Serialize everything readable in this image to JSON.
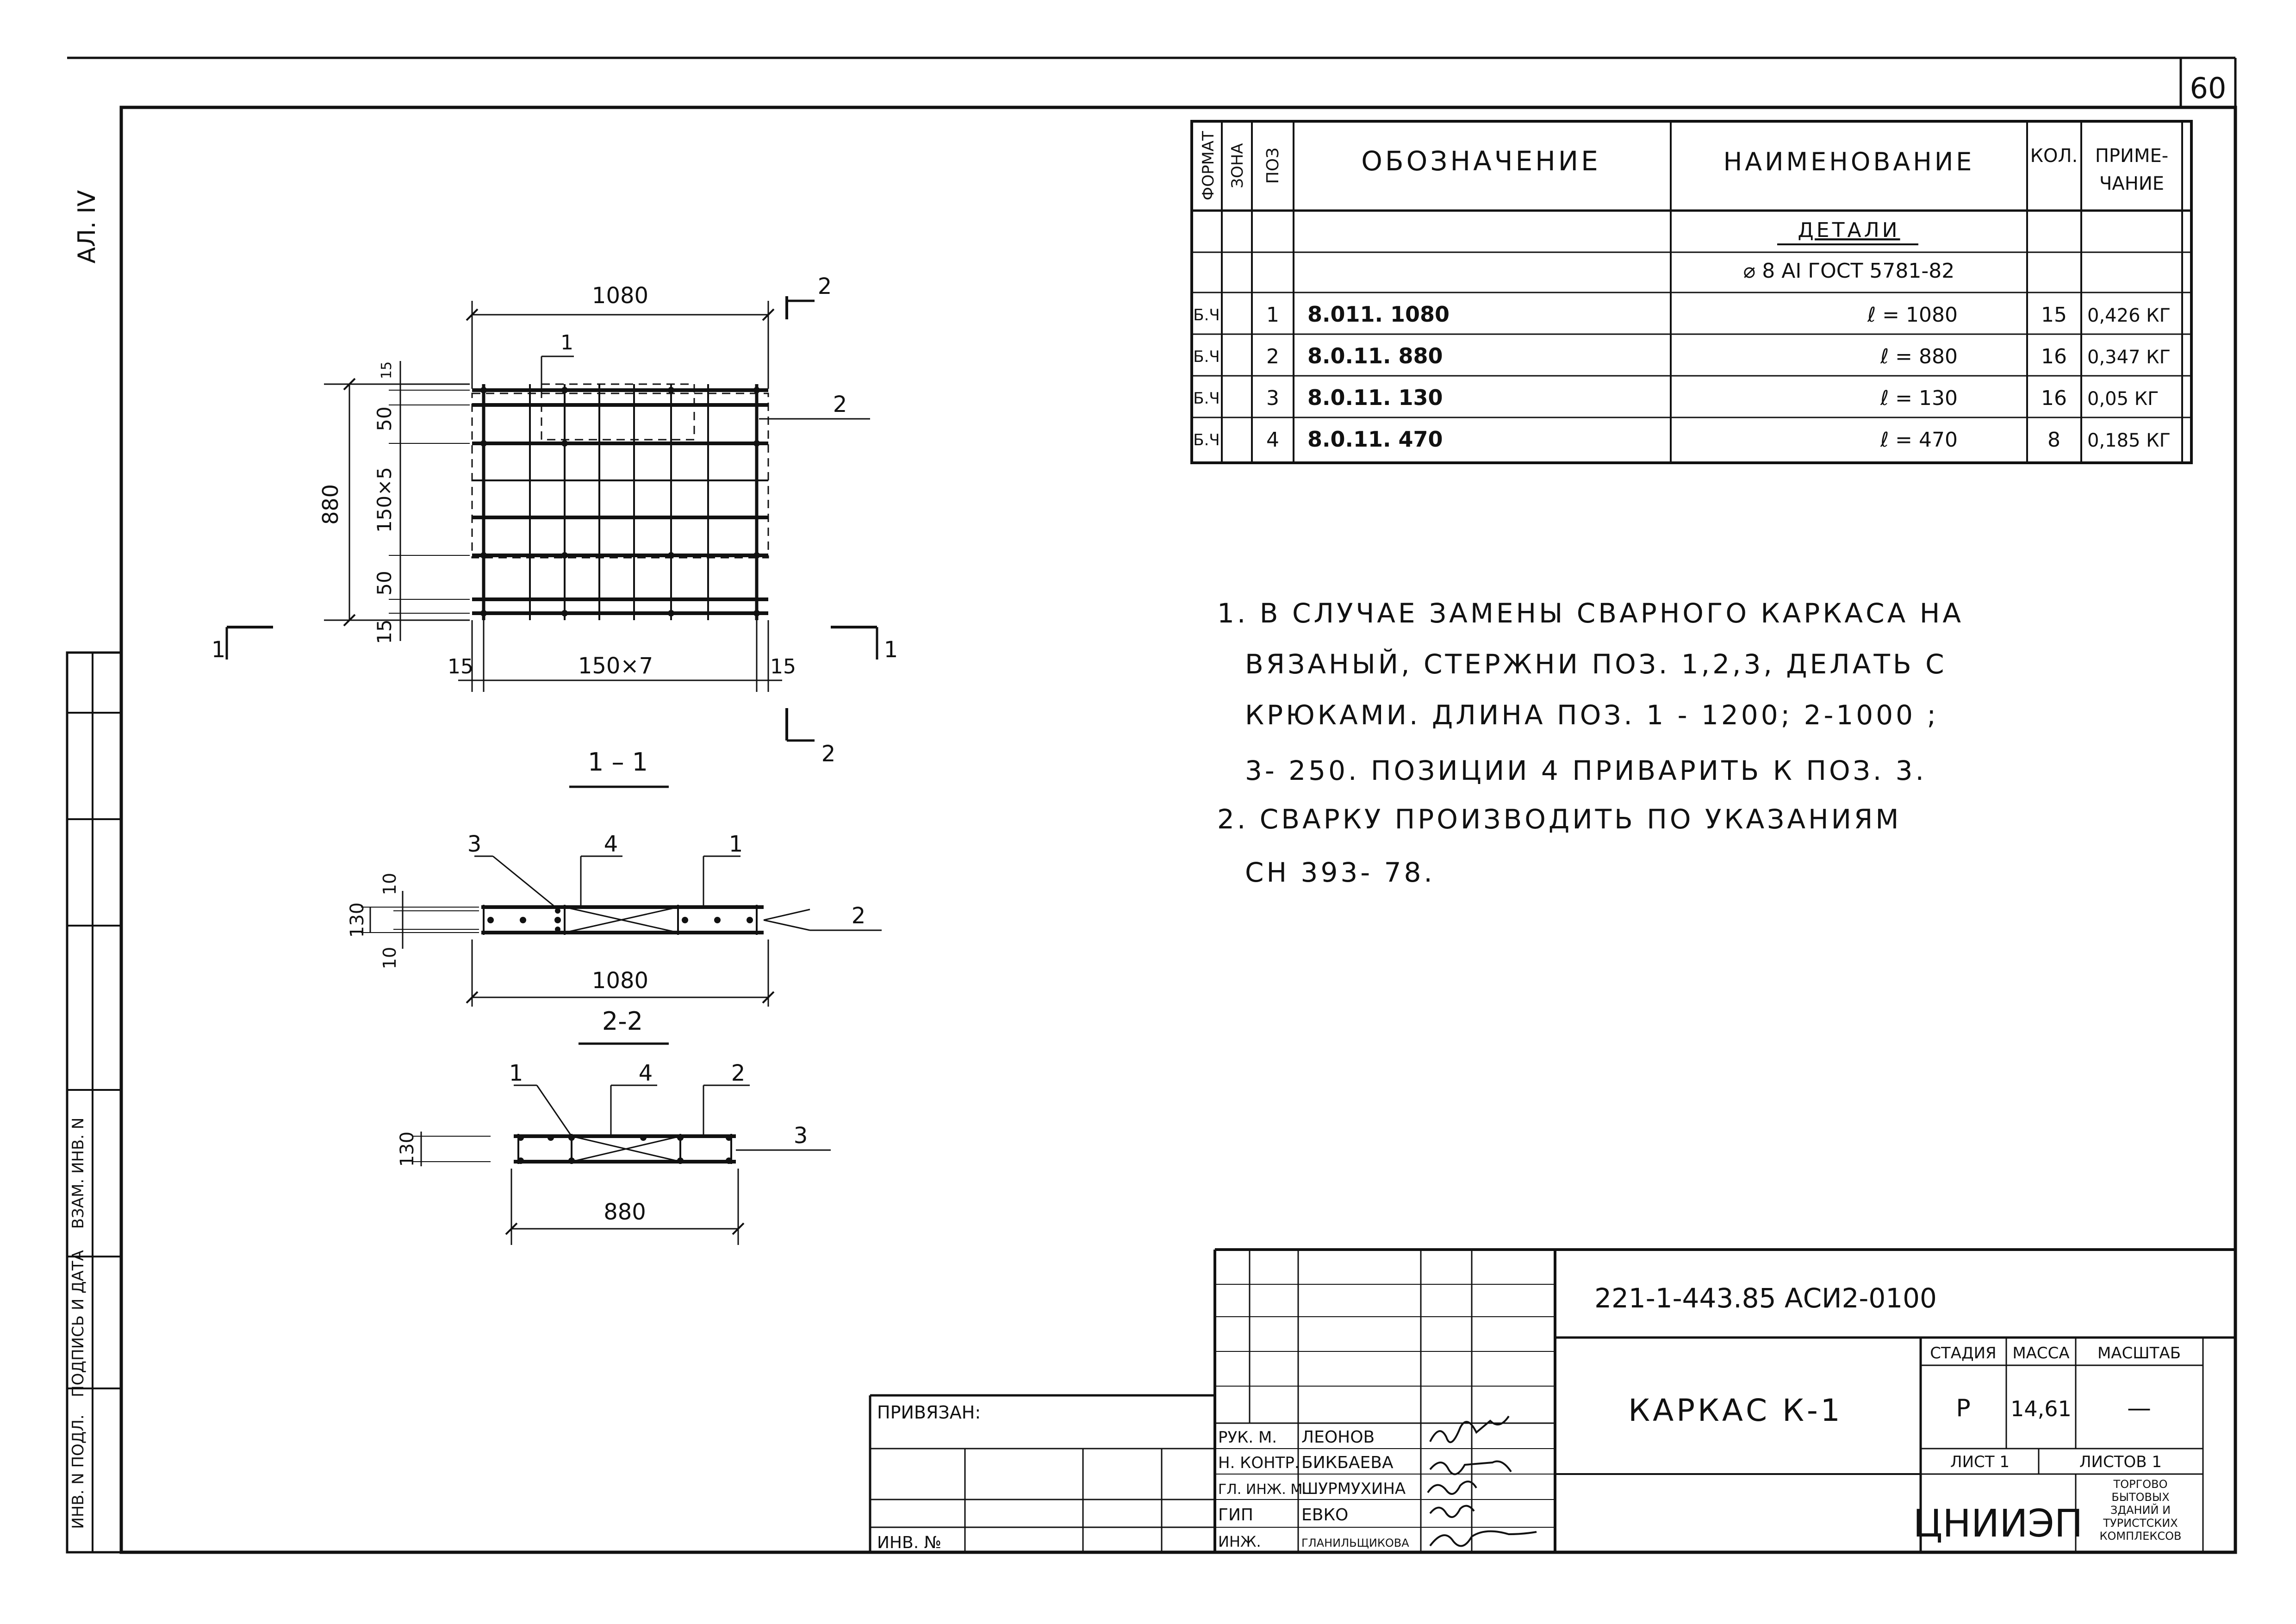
{
  "sheet": {
    "number": "60",
    "margin_label": "АЛ. IV"
  },
  "left_stamp": {
    "cells": [
      "ИНВ. N ПОДЛ.",
      "ПОДПИСЬ И ДАТА",
      "ВЗАМ. ИНВ. N"
    ]
  },
  "spec_table": {
    "headers": {
      "format": "ФОРМАТ",
      "zone": "ЗОНА",
      "pos": "ПОЗ",
      "designation": "ОБОЗНАЧЕНИЕ",
      "name": "НАИМЕНОВАНИЕ",
      "qty": "КОЛ.",
      "note_line1": "ПРИМЕ-",
      "note_line2": "ЧАНИЕ"
    },
    "section_title": "ДЕТАЛИ",
    "material": "⌀ 8 AI ГОСТ 5781-82",
    "rows": [
      {
        "format": "Б.Ч",
        "pos": "1",
        "designation": "8.011. 1080",
        "name": "ℓ = 1080",
        "qty": "15",
        "note": "0,426 КГ"
      },
      {
        "format": "Б.Ч",
        "pos": "2",
        "designation": "8.0.11. 880",
        "name": "ℓ = 880",
        "qty": "16",
        "note": "0,347 КГ"
      },
      {
        "format": "Б.Ч",
        "pos": "3",
        "designation": "8.0.11. 130",
        "name": "ℓ = 130",
        "qty": "16",
        "note": "0,05 КГ"
      },
      {
        "format": "Б.Ч",
        "pos": "4",
        "designation": "8.0.11. 470",
        "name": "ℓ = 470",
        "qty": "8",
        "note": "0,185 КГ"
      }
    ]
  },
  "notes": {
    "line1": "1. В СЛУЧАЕ ЗАМЕНЫ СВАРНОГО КАРКАСА НА",
    "line2": "ВЯЗАНЫЙ, СТЕРЖНИ ПОЗ. 1,2,3, ДЕЛАТЬ С",
    "line3": "КРЮКАМИ. ДЛИНА ПОЗ. 1 - 1200; 2-1000 ;",
    "line4": "3- 250. ПОЗИЦИИ 4 ПРИВАРИТЬ К ПОЗ. 3.",
    "line5": "2. СВАРКУ ПРОИЗВОДИТЬ ПО УКАЗАНИЯМ",
    "line6": "СН 393- 78."
  },
  "plan_view": {
    "dim_width": "1080",
    "dim_height": "880",
    "dim_top_step": "15",
    "dim_top": "50",
    "dim_mid": "150×5",
    "dim_bottom": "50",
    "dim_bottom_step": "15",
    "dim_left_end": "15",
    "dim_spacing": "150×7",
    "dim_right_end": "15",
    "leader_1": "1",
    "leader_2": "2",
    "cut_1_left": "1",
    "cut_1_right": "1",
    "cut_2_top": "2",
    "cut_2_bottom": "2"
  },
  "section_1": {
    "title": "1 – 1",
    "leader_3": "3",
    "leader_4": "4",
    "leader_1": "1",
    "leader_2": "2",
    "dim_height": "130",
    "dim_top": "10",
    "dim_bottom": "10",
    "dim_length": "1080"
  },
  "section_2": {
    "title": "2-2",
    "leader_1": "1",
    "leader_4": "4",
    "leader_2": "2",
    "leader_3": "3",
    "dim_height": "130",
    "dim_length": "880"
  },
  "title_block": {
    "doc_code": "221-1-443.85  АСИ2-0100",
    "tied_label": "ПРИВЯЗАН:",
    "inv_label": "ИНВ. №",
    "roles": [
      {
        "role": "РУК. М.",
        "name": "ЛЕОНОВ"
      },
      {
        "role": "Н. КОНТР.",
        "name": "БИКБАЕВА"
      },
      {
        "role": "ГЛ. ИНЖ. М.",
        "name": "ШУРМУХИНА"
      },
      {
        "role": "ГИП",
        "name": "ЕВКО"
      },
      {
        "role": "ИНЖ.",
        "name": "ГЛАНИЛЬЩИКОВА"
      }
    ],
    "drawing_title": "КАРКАС К-1",
    "stage_header": "СТАДИЯ",
    "mass_header": "МАССА",
    "scale_header": "МАСШТАБ",
    "stage_value": "Р",
    "mass_value": "14,61",
    "scale_value": "—",
    "sheet_label": "ЛИСТ 1",
    "sheets_label": "ЛИСТОВ 1",
    "org_name": "ЦНИИЭП",
    "org_desc": [
      "ТОРГОВО",
      "БЫТОВЫХ",
      "ЗДАНИЙ И",
      "ТУРИСТСКИХ",
      "КОМПЛЕКСОВ"
    ]
  }
}
